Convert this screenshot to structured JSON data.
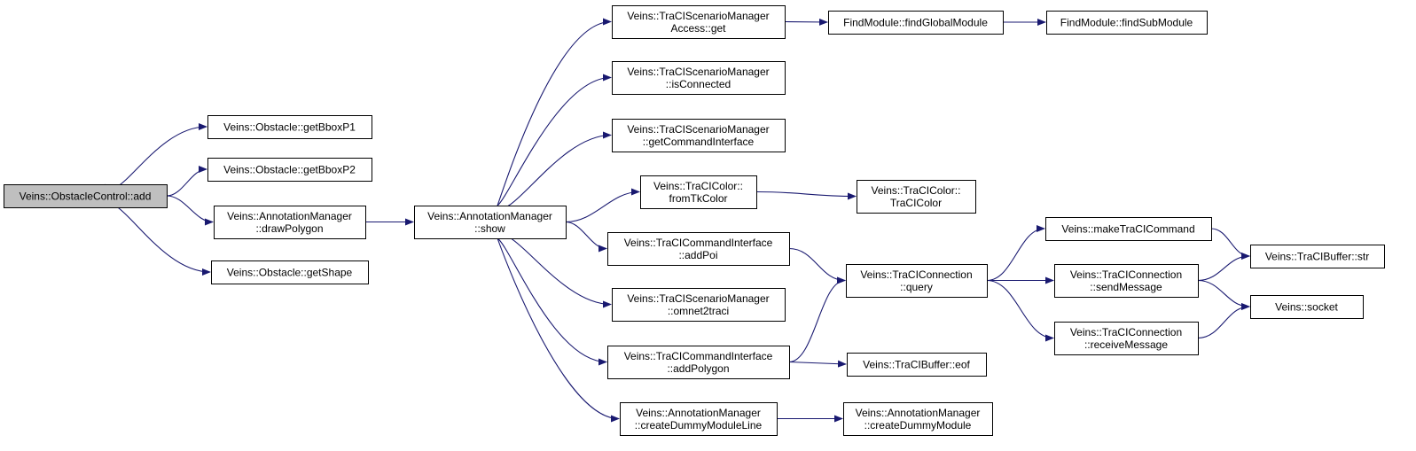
{
  "colors": {
    "edge": "#191970",
    "node_fill": "#ffffff",
    "root_fill": "#bfbfbf",
    "node_stroke": "#000000"
  },
  "nodes": [
    {
      "id": "root",
      "lines": [
        "Veins::ObstacleControl::add"
      ],
      "root": true
    },
    {
      "id": "bboxp1",
      "lines": [
        "Veins::Obstacle::getBboxP1"
      ]
    },
    {
      "id": "bboxp2",
      "lines": [
        "Veins::Obstacle::getBboxP2"
      ]
    },
    {
      "id": "drawpoly",
      "lines": [
        "Veins::AnnotationManager",
        "::drawPolygon"
      ]
    },
    {
      "id": "getshape",
      "lines": [
        "Veins::Obstacle::getShape"
      ]
    },
    {
      "id": "show",
      "lines": [
        "Veins::AnnotationManager",
        "::show"
      ]
    },
    {
      "id": "access",
      "lines": [
        "Veins::TraCIScenarioManager",
        "Access::get"
      ]
    },
    {
      "id": "isconn",
      "lines": [
        "Veins::TraCIScenarioManager",
        "::isConnected"
      ]
    },
    {
      "id": "getcmd",
      "lines": [
        "Veins::TraCIScenarioManager",
        "::getCommandInterface"
      ]
    },
    {
      "id": "fromtk",
      "lines": [
        "Veins::TraCIColor::",
        "fromTkColor"
      ]
    },
    {
      "id": "addpoi",
      "lines": [
        "Veins::TraCICommandInterface",
        "::addPoi"
      ]
    },
    {
      "id": "omnet",
      "lines": [
        "Veins::TraCIScenarioManager",
        "::omnet2traci"
      ]
    },
    {
      "id": "addpoly",
      "lines": [
        "Veins::TraCICommandInterface",
        "::addPolygon"
      ]
    },
    {
      "id": "dummyline",
      "lines": [
        "Veins::AnnotationManager",
        "::createDummyModuleLine"
      ]
    },
    {
      "id": "findglobal",
      "lines": [
        "FindModule::findGlobalModule"
      ]
    },
    {
      "id": "findsub",
      "lines": [
        "FindModule::findSubModule"
      ]
    },
    {
      "id": "tracicolor",
      "lines": [
        "Veins::TraCIColor::",
        "TraCIColor"
      ]
    },
    {
      "id": "query",
      "lines": [
        "Veins::TraCIConnection",
        "::query"
      ]
    },
    {
      "id": "eof",
      "lines": [
        "Veins::TraCIBuffer::eof"
      ]
    },
    {
      "id": "dummymod",
      "lines": [
        "Veins::AnnotationManager",
        "::createDummyModule"
      ]
    },
    {
      "id": "maketraci",
      "lines": [
        "Veins::makeTraCICommand"
      ]
    },
    {
      "id": "sendmsg",
      "lines": [
        "Veins::TraCIConnection",
        "::sendMessage"
      ]
    },
    {
      "id": "recvmsg",
      "lines": [
        "Veins::TraCIConnection",
        "::receiveMessage"
      ]
    },
    {
      "id": "str",
      "lines": [
        "Veins::TraCIBuffer::str"
      ]
    },
    {
      "id": "socket",
      "lines": [
        "Veins::socket"
      ]
    }
  ],
  "edges": [
    [
      "root",
      "bboxp1"
    ],
    [
      "root",
      "bboxp2"
    ],
    [
      "root",
      "drawpoly"
    ],
    [
      "root",
      "getshape"
    ],
    [
      "drawpoly",
      "show"
    ],
    [
      "show",
      "access"
    ],
    [
      "show",
      "isconn"
    ],
    [
      "show",
      "getcmd"
    ],
    [
      "show",
      "fromtk"
    ],
    [
      "show",
      "addpoi"
    ],
    [
      "show",
      "omnet"
    ],
    [
      "show",
      "addpoly"
    ],
    [
      "show",
      "dummyline"
    ],
    [
      "access",
      "findglobal"
    ],
    [
      "findglobal",
      "findsub"
    ],
    [
      "fromtk",
      "tracicolor"
    ],
    [
      "addpoi",
      "query"
    ],
    [
      "addpoly",
      "query"
    ],
    [
      "addpoly",
      "eof"
    ],
    [
      "dummyline",
      "dummymod"
    ],
    [
      "query",
      "maketraci"
    ],
    [
      "query",
      "sendmsg"
    ],
    [
      "query",
      "recvmsg"
    ],
    [
      "maketraci",
      "str"
    ],
    [
      "sendmsg",
      "str"
    ],
    [
      "sendmsg",
      "socket"
    ],
    [
      "recvmsg",
      "socket"
    ]
  ]
}
